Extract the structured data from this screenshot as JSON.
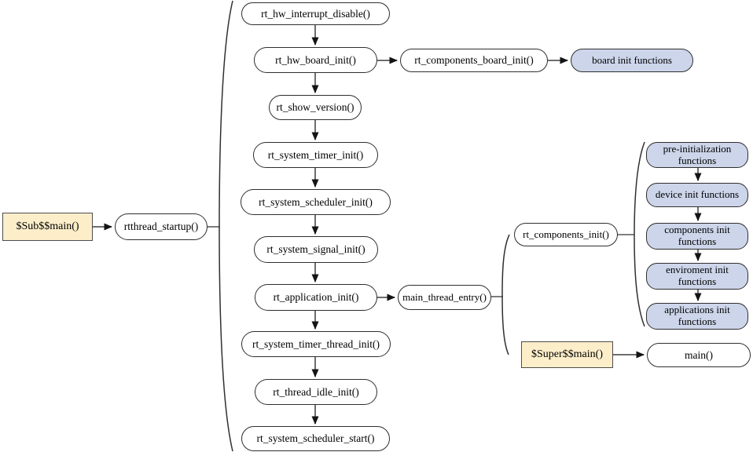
{
  "diagram": {
    "kind": "rt-thread startup flowchart",
    "colors": {
      "node_fill": "#ffffff",
      "entry_fill": "#fdeeca",
      "stage_fill": "#ccd5ea",
      "connector_line": "#6e6e6e",
      "arrowhead": "#141414",
      "border": "#2e2e2e"
    },
    "nodes": {
      "sub_main": "$Sub$$main()",
      "rtthread_startup": "rtthread_startup()",
      "rt_hw_interrupt_disable": "rt_hw_interrupt_disable()",
      "rt_hw_board_init": "rt_hw_board_init()",
      "rt_components_board_init": "rt_components_board_init()",
      "board_init_functions": "board init functions",
      "rt_show_version": "rt_show_version()",
      "rt_system_timer_init": "rt_system_timer_init()",
      "rt_system_scheduler_init": "rt_system_scheduler_init()",
      "rt_system_signal_init": "rt_system_signal_init()",
      "rt_application_init": "rt_application_init()",
      "main_thread_entry": "main_thread_entry()",
      "rt_components_init": "rt_components_init()",
      "pre_initialization_functions": "pre-initialization functions",
      "device_init_functions": "device init functions",
      "components_init_functions": "components init functions",
      "enviroment_init_functions": "enviroment init functions",
      "applications_init_functions": "applications init functions",
      "rt_system_timer_thread_init": "rt_system_timer_thread_init()",
      "rt_thread_idle_init": "rt_thread_idle_init()",
      "rt_system_scheduler_start": "rt_system_scheduler_start()",
      "super_main": "$Super$$main()",
      "main": "main()"
    }
  }
}
